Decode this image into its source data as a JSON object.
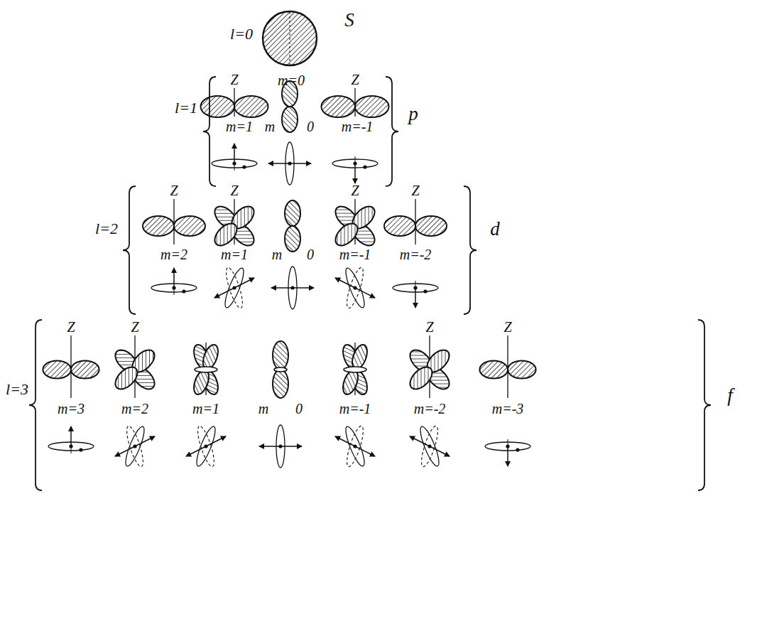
{
  "diagram": {
    "labels": [
      "l=0",
      "S",
      "m=0",
      "Z",
      "Z",
      "l=1",
      "m=1",
      "m",
      "0",
      "m=-1",
      "p",
      "Z",
      "Z",
      "Z",
      "Z",
      "l=2",
      "m=2",
      "m=1",
      "m",
      "0",
      "m=-1",
      "m=-2",
      "d",
      "Z",
      "Z",
      "Z",
      "Z",
      "l=3",
      "m=3",
      "m=2",
      "m=1",
      "m",
      "0",
      "m=-1",
      "m=-2",
      "m=-3",
      "f"
    ]
  }
}
